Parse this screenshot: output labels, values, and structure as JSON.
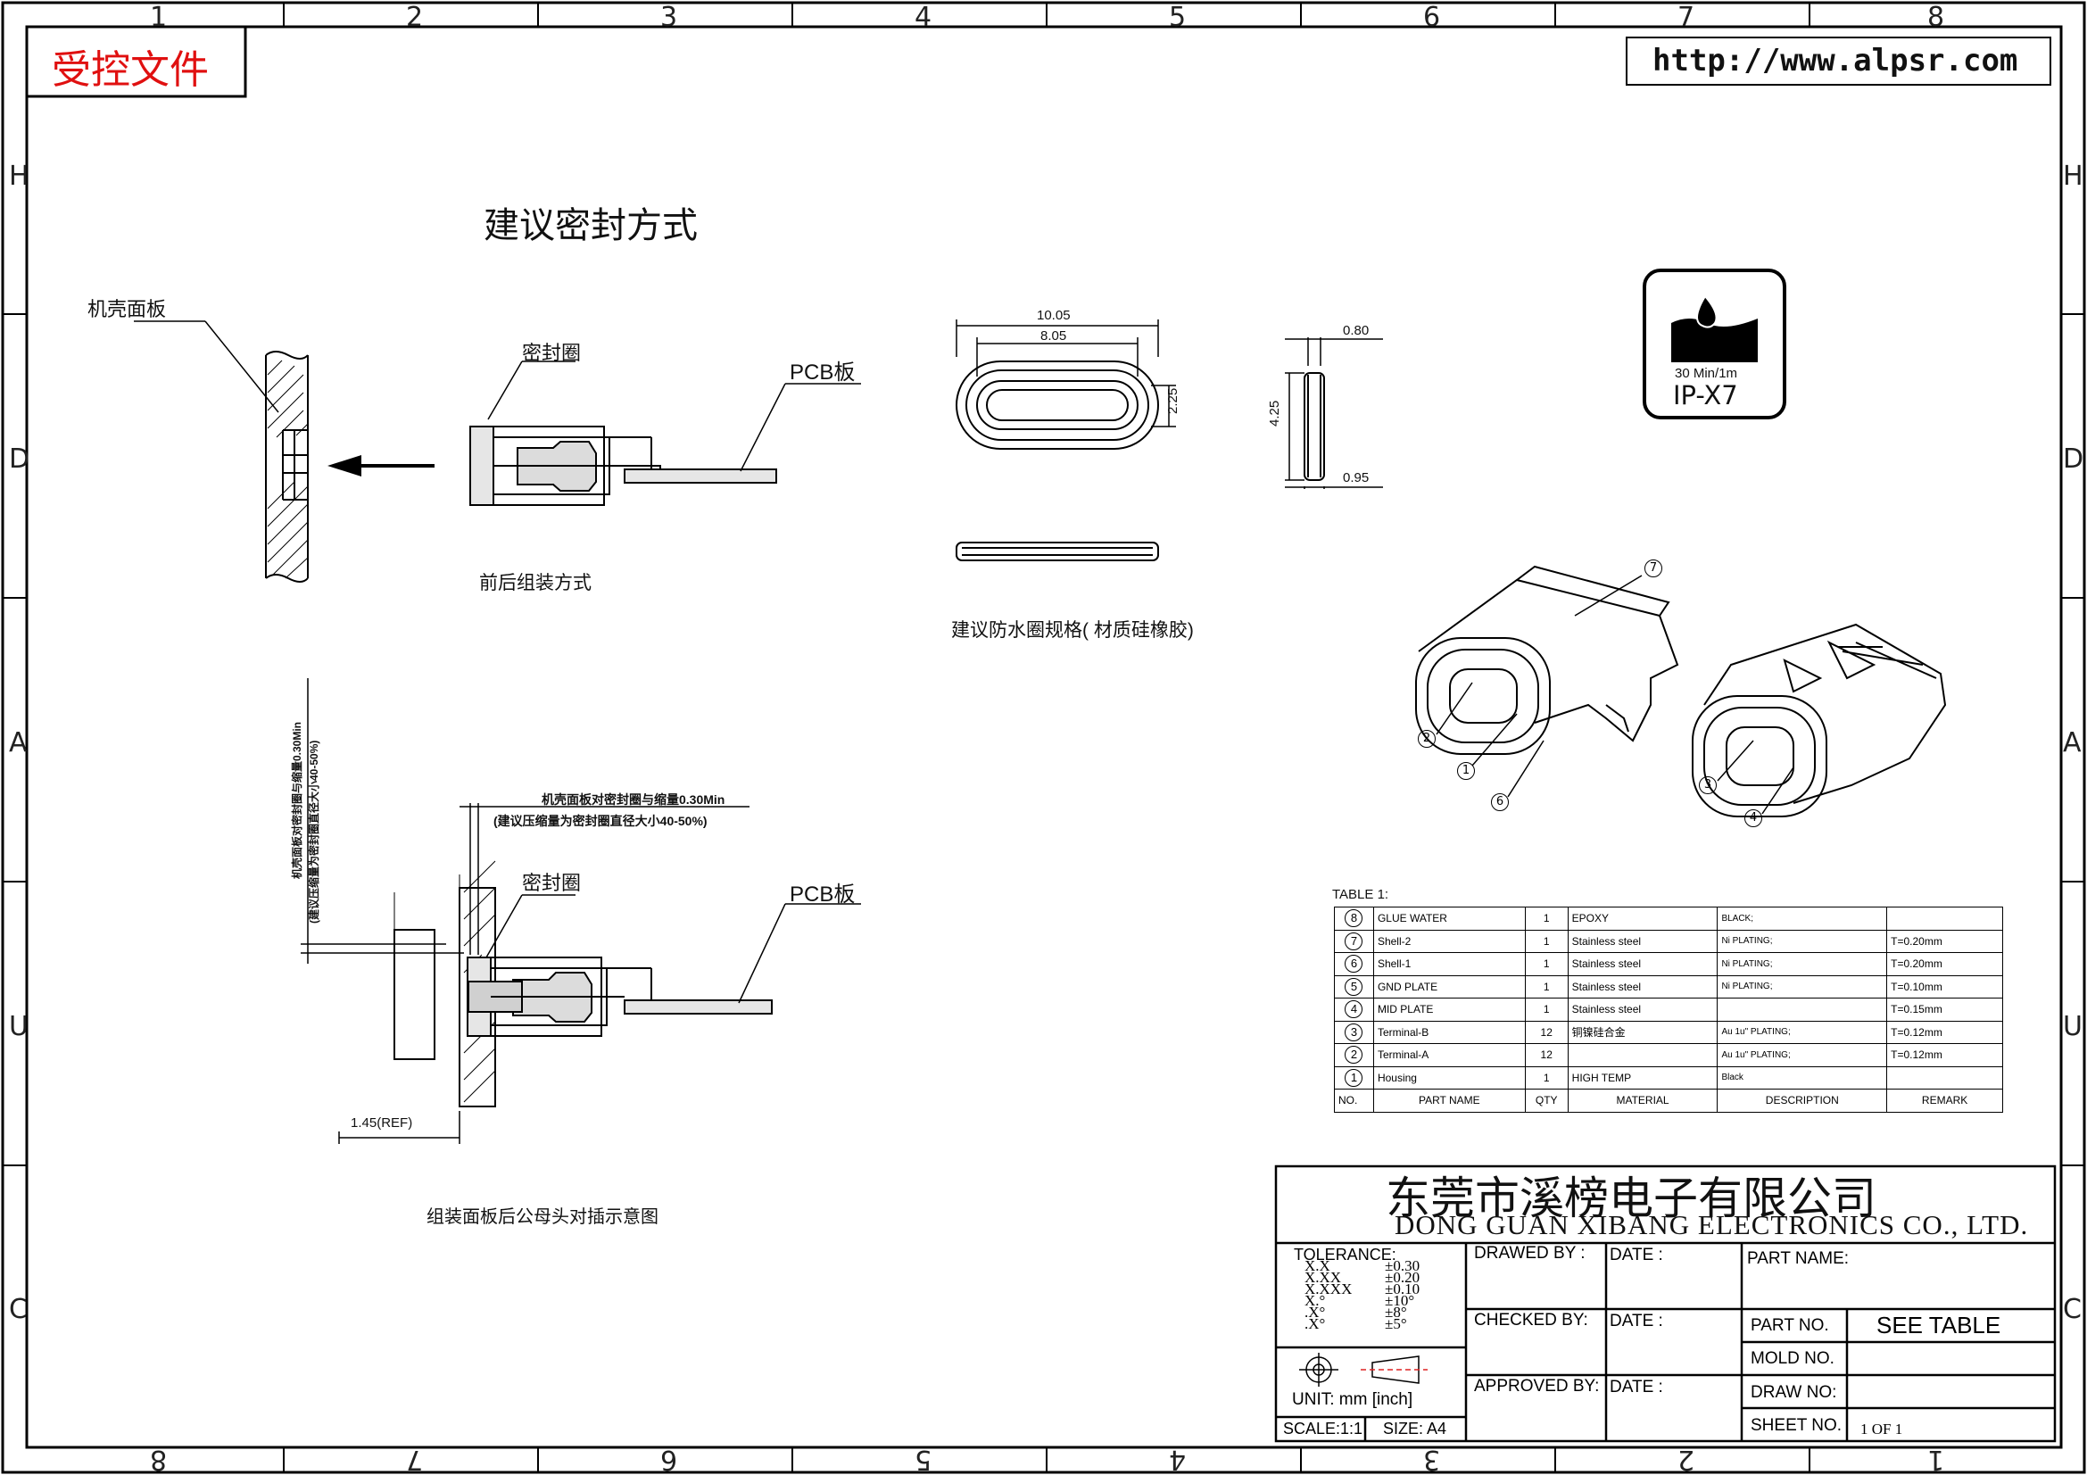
{
  "stamp": "受控文件",
  "website": "http://www.alpsr.com",
  "zones": {
    "top": [
      "1",
      "2",
      "3",
      "4",
      "5",
      "6",
      "7",
      "8"
    ],
    "bottom": [
      "8",
      "7",
      "6",
      "5",
      "4",
      "3",
      "2",
      "1"
    ],
    "left": [
      "H",
      "D",
      "A",
      "U",
      "C"
    ],
    "right": [
      "H",
      "D",
      "A",
      "U",
      "C"
    ]
  },
  "seal_section": {
    "title": "建议密封方式",
    "panel_label": "机壳面板",
    "seal_label": "密封圈",
    "pcb_label": "PCB板",
    "assembly_caption": "前后组装方式"
  },
  "ring_spec": {
    "caption": "建议防水圈规格( 材质硅橡胶)",
    "dim_outer": "10.05",
    "dim_inner": "8.05",
    "dim_height": "2.25",
    "dim_total": "4.25",
    "dim_thick_top": "0.80",
    "dim_thick_bottom": "0.95"
  },
  "ip_badge": {
    "spec": "30 Min/1m",
    "rating": "IP-X7"
  },
  "mating_section": {
    "compression_note_1": "机壳面板对密封圈与缩量0.30Min",
    "compression_note_2": "(建议压缩量为密封圈直径大小40-50%)",
    "vertical_note_1": "机壳面板对密封圈与缩量0.30Min",
    "vertical_note_2": "(建议压缩量为密封圈直径大小40-50%)",
    "seal_label": "密封圈",
    "pcb_label": "PCB板",
    "ref_dim": "1.45(REF)",
    "caption": "组装面板后公母头对插示意图"
  },
  "callouts": [
    "7",
    "2",
    "1",
    "6",
    "3",
    "4"
  ],
  "bom": {
    "caption": "TABLE 1:",
    "headers": [
      "NO.",
      "PART NAME",
      "QTY",
      "MATERIAL",
      "DESCRIPTION",
      "REMARK"
    ],
    "rows": [
      {
        "no": "8",
        "name": "GLUE WATER",
        "qty": "1",
        "material": "EPOXY",
        "desc": "BLACK;",
        "remark": ""
      },
      {
        "no": "7",
        "name": "Shell-2",
        "qty": "1",
        "material": "Stainless steel",
        "desc": "Ni PLATING;",
        "remark": "T=0.20mm"
      },
      {
        "no": "6",
        "name": "Shell-1",
        "qty": "1",
        "material": "Stainless steel",
        "desc": "Ni PLATING;",
        "remark": "T=0.20mm"
      },
      {
        "no": "5",
        "name": "GND PLATE",
        "qty": "1",
        "material": "Stainless steel",
        "desc": "Ni PLATING;",
        "remark": "T=0.10mm"
      },
      {
        "no": "4",
        "name": "MID PLATE",
        "qty": "1",
        "material": "Stainless steel",
        "desc": "",
        "remark": "T=0.15mm"
      },
      {
        "no": "3",
        "name": "Terminal-B",
        "qty": "12",
        "material": "铜镍硅合金",
        "desc": "Au 1u\" PLATING;",
        "remark": "T=0.12mm"
      },
      {
        "no": "2",
        "name": "Terminal-A",
        "qty": "12",
        "material": "",
        "desc": "Au 1u\" PLATING;",
        "remark": "T=0.12mm"
      },
      {
        "no": "1",
        "name": "Housing",
        "qty": "1",
        "material": "HIGH TEMP",
        "desc": "Black",
        "remark": ""
      }
    ]
  },
  "title_block": {
    "company_cn": "东莞市溪榜电子有限公司",
    "company_en": "DONG GUAN XIBANG ELECTRONICS CO., LTD.",
    "tolerance_label": "TOLERANCE:",
    "tolerances": [
      {
        "fmt": "X.X",
        "val": "±0.30"
      },
      {
        "fmt": "X.XX",
        "val": "±0.20"
      },
      {
        "fmt": "X.XXX",
        "val": "±0.10"
      },
      {
        "fmt": "X.°",
        "val": "±10°"
      },
      {
        "fmt": ".X°",
        "val": "±8°"
      },
      {
        "fmt": ".X°",
        "val": "±5°"
      }
    ],
    "drawed_by": "DRAWED BY :",
    "checked_by": "CHECKED BY:",
    "approved_by": "APPROVED BY:",
    "date_label": "DATE :",
    "part_name_label": "PART NAME:",
    "part_no_label": "PART NO.",
    "part_no_value": "SEE TABLE",
    "mold_no_label": "MOLD NO.",
    "draw_no_label": "DRAW NO:",
    "sheet_no_label": "SHEET NO.",
    "sheet_no_value": "1 OF 1",
    "unit_label": "UNIT:",
    "unit_value": "mm [inch]",
    "scale_label": "SCALE:1:1",
    "size_label": "SIZE: A4"
  }
}
